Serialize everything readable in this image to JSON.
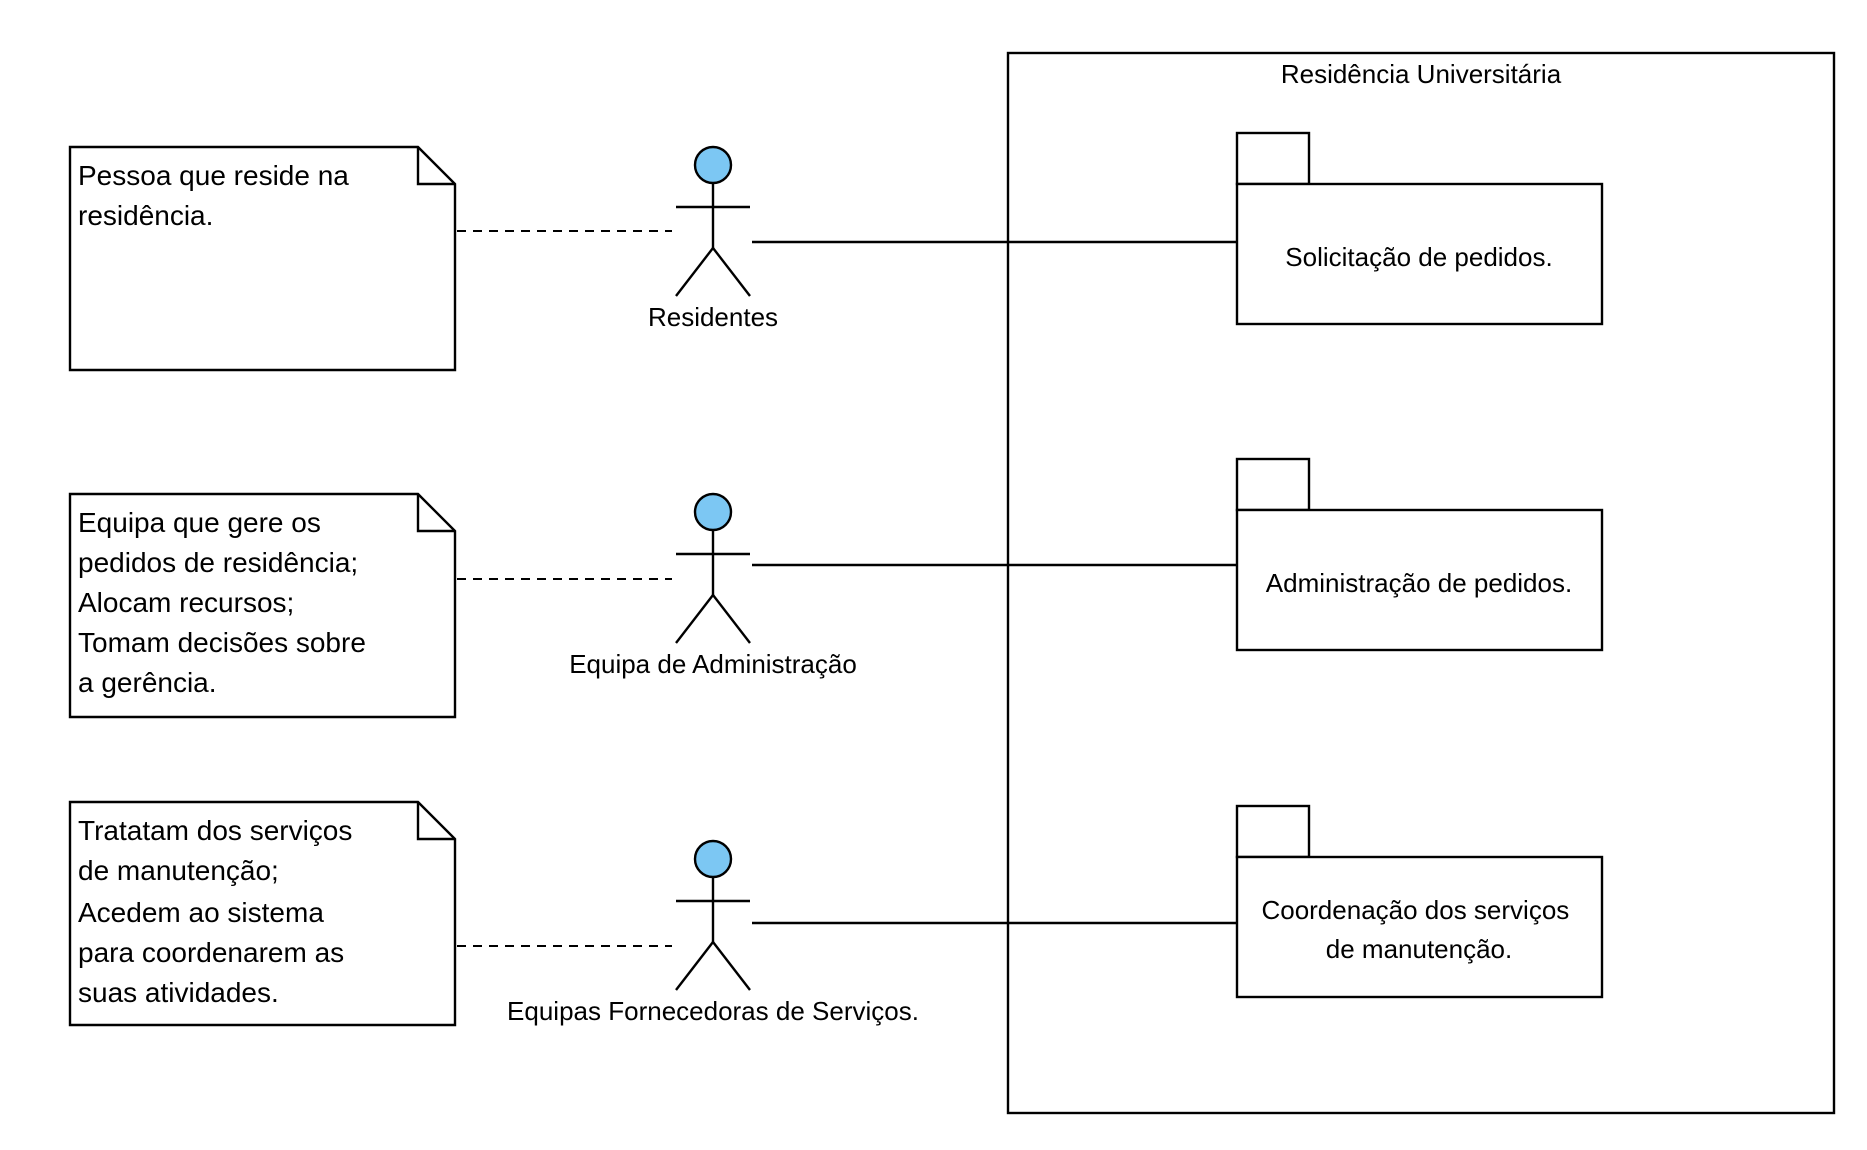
{
  "system": {
    "title": "Residência Universitária"
  },
  "notes": [
    {
      "lines": [
        "Pessoa que reside na",
        "residência."
      ]
    },
    {
      "lines": [
        "Equipa que gere os",
        "pedidos de residência;",
        "Alocam recursos;",
        "Tomam decisões sobre",
        "a gerência."
      ]
    },
    {
      "lines": [
        "Tratatam dos serviços",
        "de manutenção;",
        "Acedem ao sistema",
        "para coordenarem as",
        "suas atividades."
      ]
    }
  ],
  "actors": [
    {
      "label": "Residentes"
    },
    {
      "label": "Equipa de Administração"
    },
    {
      "label": "Equipas Fornecedoras de Serviços."
    }
  ],
  "packages": [
    {
      "lines": [
        "Solicitação de pedidos."
      ]
    },
    {
      "lines": [
        "Administração de pedidos."
      ]
    },
    {
      "lines": [
        "Coordenação dos serviços",
        "de manutenção."
      ]
    }
  ],
  "colors": {
    "actor_head": "#7cc7f3",
    "stroke": "#000000",
    "background": "#ffffff"
  }
}
